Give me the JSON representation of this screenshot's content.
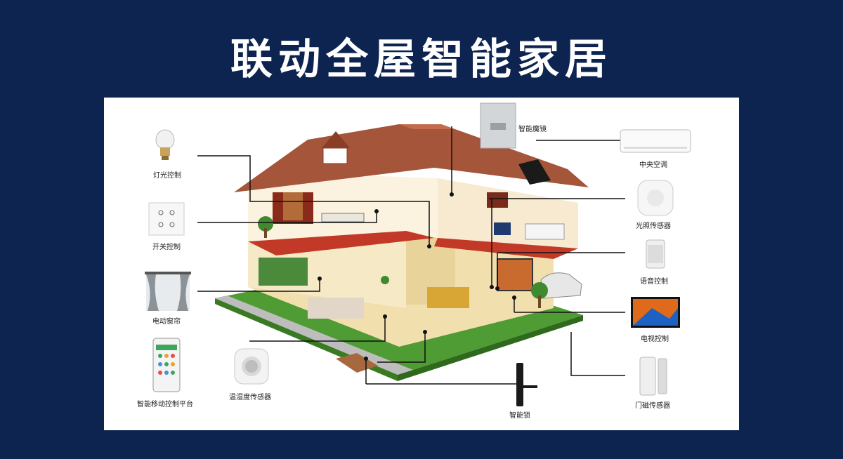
{
  "title": "联动全屋智能家居",
  "devices": {
    "mirror": "智能魔镜",
    "light": "灯光控制",
    "ac": "中央空调",
    "switch": "开关控制",
    "light_sensor": "光照传感器",
    "voice": "语音控制",
    "curtain": "电动窗帘",
    "tv": "电视控制",
    "app": "智能移动控制平台",
    "humidity": "温湿度传感器",
    "lock": "智能锁",
    "door_sensor": "门磁传感器"
  },
  "colors": {
    "background": "#0d2350",
    "panel": "#ffffff",
    "roof": "#a4553a",
    "lawn": "#4f9b34",
    "wall": "#fbf3df",
    "floor": "#c23a27",
    "line": "#111111"
  }
}
